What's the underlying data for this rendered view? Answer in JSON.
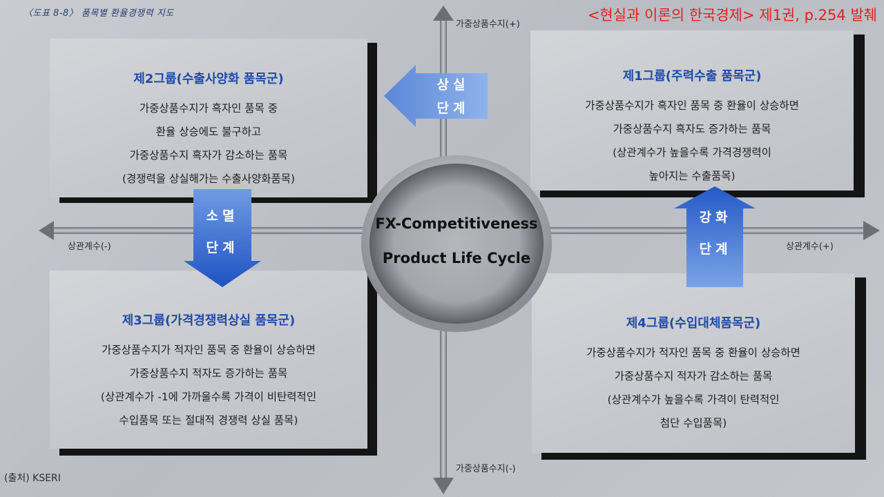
{
  "header": {
    "figure_label": "〈도표 8-8〉 품목별 환율경쟁력 지도",
    "citation": "<현실과 이론의 한국경제> 제1권, p.254 발췌"
  },
  "axes": {
    "top_label": "가중상품수지(+)",
    "bottom_label": "가중상품수지(-)",
    "left_label": "상관계수(-)",
    "right_label": "상관계수(+)"
  },
  "center": {
    "line1": "FX-Competitiveness",
    "line2": "Product Life Cycle"
  },
  "groups": {
    "group1": {
      "title": "제1그룹(주력수출 품목군)",
      "lines": [
        "가중상품수지가 흑자인 품목 중 환율이 상승하면",
        "가중상품수지 흑자도 증가하는 품목",
        "(상관계수가 높을수록 가격경쟁력이",
        "높아지는 수출품목)"
      ]
    },
    "group2": {
      "title": "제2그룹(수출사양화 품목군)",
      "lines": [
        "가중상품수지가 흑자인 품목 중",
        "환율 상승에도 불구하고",
        "가중상품수지 흑자가 감소하는 품목",
        "(경쟁력을 상실해가는 수출사양화품목)"
      ]
    },
    "group3": {
      "title": "제3그룹(가격경쟁력상실 품목군)",
      "lines": [
        "가중상품수지가 적자인 품목 중 환율이 상승하면",
        "가중상품수지 적자도 증가하는 품목",
        "(상관계수가 -1에 가까울수록 가격이 비탄력적인",
        "수입품목 또는 절대적 경쟁력 상실 품목)"
      ]
    },
    "group4": {
      "title": "제4그룹(수입대체품목군)",
      "lines": [
        "가중상품수지가 적자인 품목 중 환율이 상승하면",
        "가중상품수지 적자가 감소하는 품목",
        "(상관계수가 높을수록 가격이 탄력적인",
        "첨단 수입품목)"
      ]
    }
  },
  "stages": {
    "loss": {
      "line1": "상실",
      "line2": "단계"
    },
    "extinction": {
      "line1": "소멸",
      "line2": "단계"
    },
    "strengthen": {
      "line1": "강화",
      "line2": "단계"
    }
  },
  "source": "(출처) KSERI",
  "colors": {
    "title_blue": "#1f4aa8",
    "arrow_blue_light": "#7da4e6",
    "arrow_blue_dark": "#1e56c8",
    "citation_red": "#e02020"
  }
}
